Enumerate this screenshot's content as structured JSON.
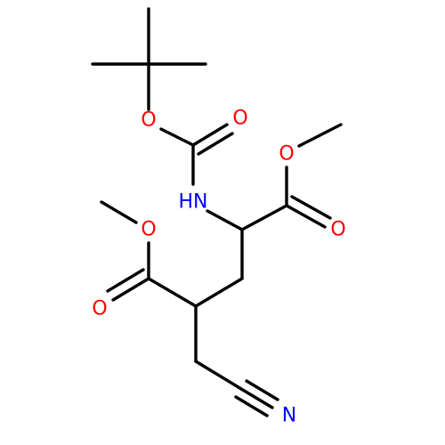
{
  "molecule": {
    "atoms": {
      "o_ester_tbu": {
        "label": "O",
        "color": "#ff0000"
      },
      "o_carbonyl_boc": {
        "label": "O",
        "color": "#ff0000"
      },
      "n_amide": {
        "label": "HN",
        "color": "#0000ff"
      },
      "o_methoxy_upper": {
        "label": "O",
        "color": "#ff0000"
      },
      "o_carbonyl_upper": {
        "label": "O",
        "color": "#ff0000"
      },
      "o_methoxy_lower": {
        "label": "O",
        "color": "#ff0000"
      },
      "o_carbonyl_lower": {
        "label": "O",
        "color": "#ff0000"
      },
      "n_nitrile": {
        "label": "N",
        "color": "#0000ff"
      }
    },
    "bond_color": "#000000"
  }
}
